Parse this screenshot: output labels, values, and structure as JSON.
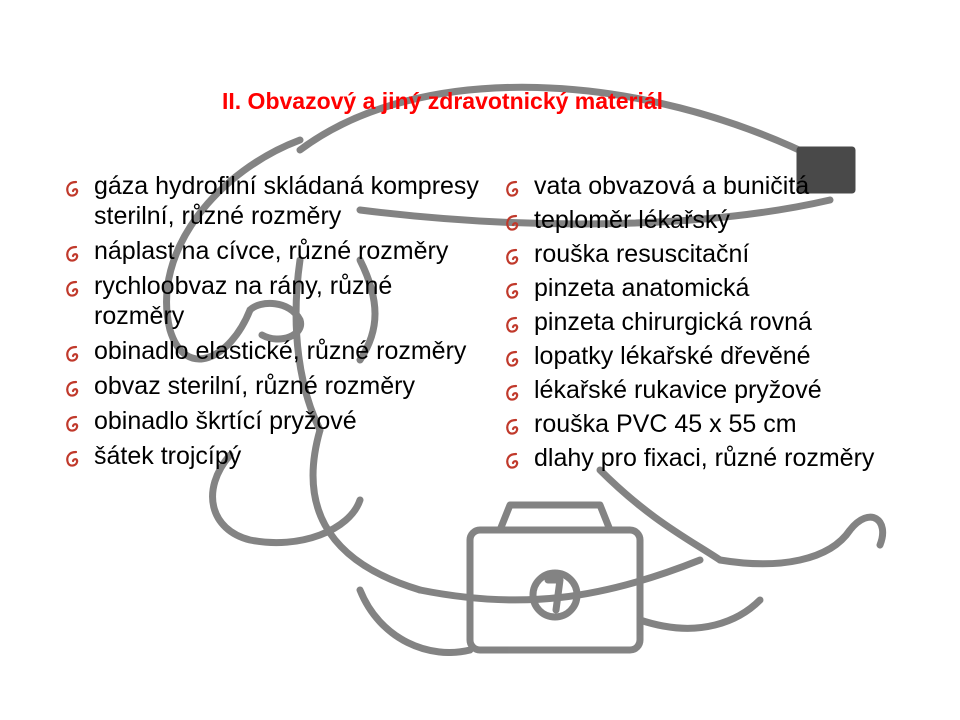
{
  "slide": {
    "title": "II. Obvazový a jiný zdravotnický materiál"
  },
  "colors": {
    "title": "#ff0000",
    "bullet": "#c0392b",
    "text": "#000000",
    "background_art": "#6e6e6e"
  },
  "bullet_icon": "curl-bullet-icon",
  "left_list": [
    "gáza hydrofilní skládaná kompresy sterilní, různé rozměry",
    "náplast na cívce, různé rozměry",
    "rychloobvaz na rány, různé rozměry",
    "obinadlo elastické, různé rozměry",
    "obvaz sterilní, různé rozměry",
    "obinadlo škrtící pryžové",
    "šátek trojcípý"
  ],
  "right_list": [
    "vata obvazová a buničitá",
    "teploměr lékařský",
    "rouška resuscitační",
    "pinzeta anatomická",
    "pinzeta chirurgická rovná",
    "lopatky lékařské dřevěné",
    "lékařské rukavice pryžové",
    "rouška PVC 45 x 55 cm",
    "dlahy pro fixaci, různé rozměry"
  ]
}
